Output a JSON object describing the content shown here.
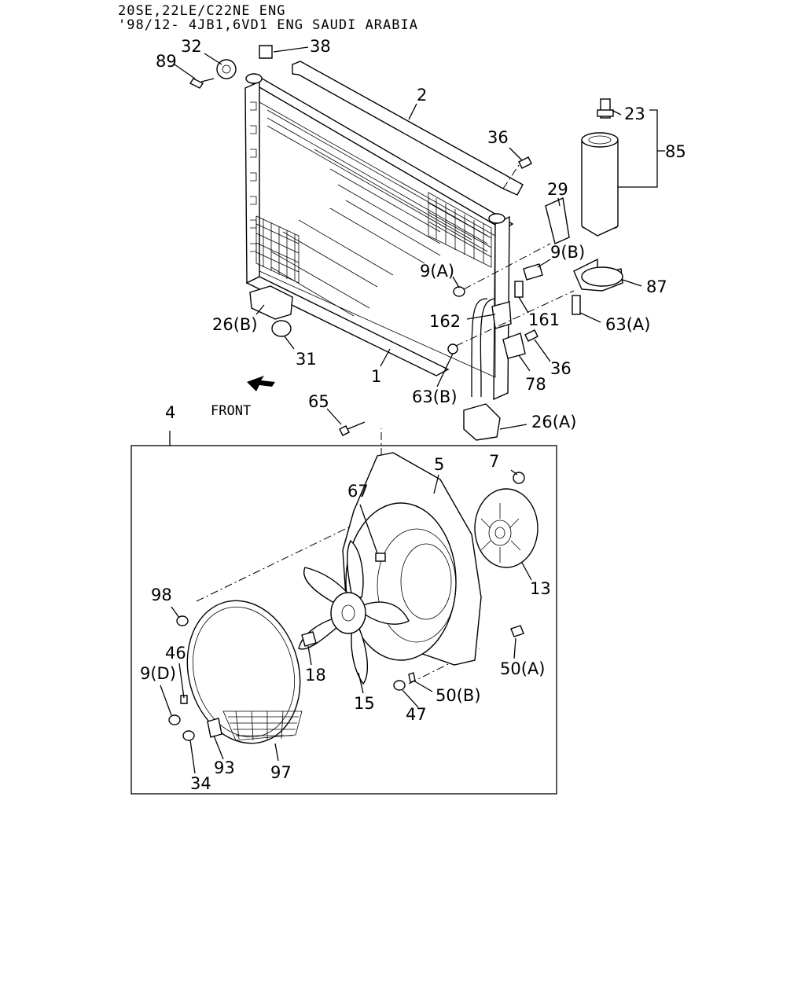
{
  "header": {
    "line1": "20SE,22LE/C22NE ENG",
    "line2": "'98/12- 4JB1,6VD1 ENG SAUDI ARABIA"
  },
  "front_label": "FRONT",
  "callouts": {
    "c89": "89",
    "c32": "32",
    "c38": "38",
    "c2": "2",
    "c36a": "36",
    "c23": "23",
    "c85": "85",
    "c29": "29",
    "c9b": "9(B)",
    "c9a": "9(A)",
    "c87": "87",
    "c26b": "26(B)",
    "c162": "162",
    "c161": "161",
    "c63a": "63(A)",
    "c31": "31",
    "c1": "1",
    "c36b": "36",
    "c78": "78",
    "c63b": "63(B)",
    "c4": "4",
    "c65": "65",
    "c26a": "26(A)",
    "c5": "5",
    "c7": "7",
    "c67": "67",
    "c13": "13",
    "c98": "98",
    "c46": "46",
    "c9d": "9(D)",
    "c18": "18",
    "c50a": "50(A)",
    "c50b": "50(B)",
    "c15": "15",
    "c47": "47",
    "c93": "93",
    "c97": "97",
    "c34": "34"
  }
}
